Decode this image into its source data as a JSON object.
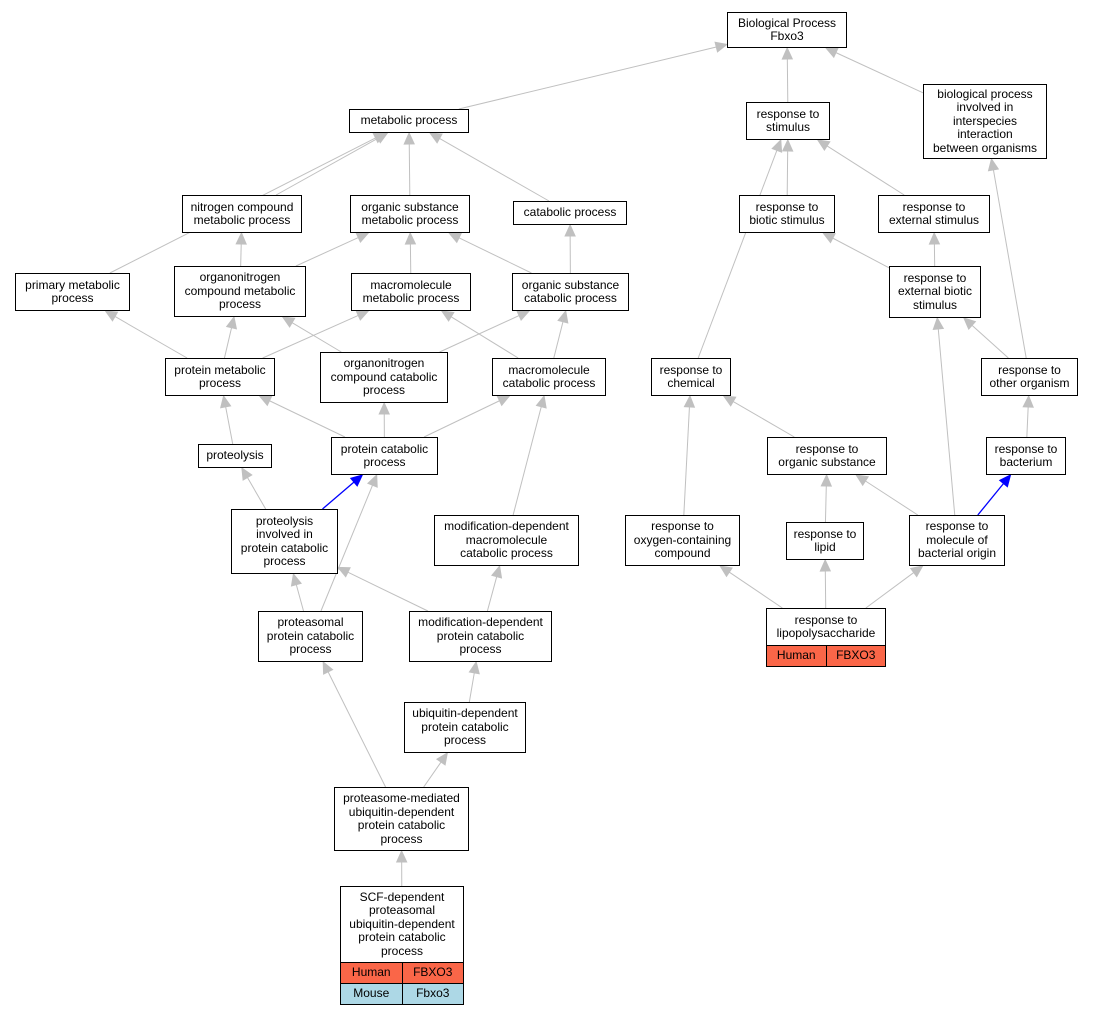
{
  "colors": {
    "edge": "#c0c0c0",
    "highlight_edge": "#0000ff",
    "human": "#fa6648",
    "mouse": "#add8e6"
  },
  "nodes": {
    "bio_process": "Biological Process\nFbxo3",
    "metabolic_process": "metabolic process",
    "response_stimulus": "response to\nstimulus",
    "bio_interspecies": "biological process\ninvolved in\ninterspecies\ninteraction\nbetween organisms",
    "nitrogen_compound": "nitrogen compound\nmetabolic process",
    "organic_substance_metabolic": "organic substance\nmetabolic process",
    "catabolic_process": "catabolic process",
    "response_biotic": "response to\nbiotic stimulus",
    "response_external": "response to\nexternal stimulus",
    "primary_metabolic": "primary metabolic\nprocess",
    "organonitrogen_metabolic": "organonitrogen\ncompound metabolic\nprocess",
    "macromolecule_metabolic": "macromolecule\nmetabolic process",
    "organic_substance_catabolic": "organic substance\ncatabolic process",
    "response_external_biotic": "response to\nexternal biotic\nstimulus",
    "protein_metabolic": "protein metabolic\nprocess",
    "organonitrogen_catabolic": "organonitrogen\ncompound catabolic\nprocess",
    "macromolecule_catabolic": "macromolecule\ncatabolic process",
    "response_chemical": "response to\nchemical",
    "response_other_organism": "response to\nother organism",
    "proteolysis": "proteolysis",
    "protein_catabolic": "protein catabolic\nprocess",
    "response_organic_substance": "response to\norganic substance",
    "response_bacterium": "response to\nbacterium",
    "proteolysis_catabolic": "proteolysis\ninvolved in\nprotein catabolic\nprocess",
    "mod_dep_macromolecule": "modification-dependent\nmacromolecule\ncatabolic process",
    "response_oxygen": "response to\noxygen-containing\ncompound",
    "response_lipid": "response to\nlipid",
    "response_bacterial_molecule": "response to\nmolecule of\nbacterial origin",
    "proteasomal_catabolic": "proteasomal\nprotein catabolic\nprocess",
    "mod_dep_protein": "modification-dependent\nprotein catabolic\nprocess",
    "ubiquitin_dep": "ubiquitin-dependent\nprotein catabolic\nprocess",
    "proteasome_mediated": "proteasome-mediated\nubiquitin-dependent\nprotein catabolic\nprocess"
  },
  "annotated": {
    "lps": {
      "title": "response to\nlipopolysaccharide",
      "rows": [
        {
          "species": "Human",
          "gene": "FBXO3",
          "color": "#fa6648"
        }
      ]
    },
    "scf": {
      "title": "SCF-dependent\nproteasomal\nubiquitin-dependent\nprotein catabolic\nprocess",
      "rows": [
        {
          "species": "Human",
          "gene": "FBXO3",
          "color": "#fa6648"
        },
        {
          "species": "Mouse",
          "gene": "Fbxo3",
          "color": "#add8e6"
        }
      ]
    }
  },
  "edges": [
    {
      "from": "metabolic_process",
      "to": "bio_process"
    },
    {
      "from": "response_stimulus",
      "to": "bio_process"
    },
    {
      "from": "bio_interspecies",
      "to": "bio_process"
    },
    {
      "from": "nitrogen_compound",
      "to": "metabolic_process"
    },
    {
      "from": "organic_substance_metabolic",
      "to": "metabolic_process"
    },
    {
      "from": "catabolic_process",
      "to": "metabolic_process"
    },
    {
      "from": "primary_metabolic",
      "to": "metabolic_process"
    },
    {
      "from": "organonitrogen_metabolic",
      "to": "nitrogen_compound"
    },
    {
      "from": "organonitrogen_metabolic",
      "to": "organic_substance_metabolic"
    },
    {
      "from": "macromolecule_metabolic",
      "to": "organic_substance_metabolic"
    },
    {
      "from": "organic_substance_catabolic",
      "to": "organic_substance_metabolic"
    },
    {
      "from": "organic_substance_catabolic",
      "to": "catabolic_process"
    },
    {
      "from": "protein_metabolic",
      "to": "primary_metabolic"
    },
    {
      "from": "protein_metabolic",
      "to": "organonitrogen_metabolic"
    },
    {
      "from": "protein_metabolic",
      "to": "macromolecule_metabolic"
    },
    {
      "from": "organonitrogen_catabolic",
      "to": "organonitrogen_metabolic"
    },
    {
      "from": "organonitrogen_catabolic",
      "to": "organic_substance_catabolic"
    },
    {
      "from": "macromolecule_catabolic",
      "to": "macromolecule_metabolic"
    },
    {
      "from": "macromolecule_catabolic",
      "to": "organic_substance_catabolic"
    },
    {
      "from": "proteolysis",
      "to": "protein_metabolic"
    },
    {
      "from": "protein_catabolic",
      "to": "protein_metabolic"
    },
    {
      "from": "protein_catabolic",
      "to": "organonitrogen_catabolic"
    },
    {
      "from": "protein_catabolic",
      "to": "macromolecule_catabolic"
    },
    {
      "from": "proteolysis_catabolic",
      "to": "proteolysis"
    },
    {
      "from": "proteolysis_catabolic",
      "to": "protein_catabolic",
      "highlight": true
    },
    {
      "from": "mod_dep_macromolecule",
      "to": "macromolecule_catabolic"
    },
    {
      "from": "proteasomal_catabolic",
      "to": "proteolysis_catabolic"
    },
    {
      "from": "proteasomal_catabolic",
      "to": "protein_catabolic"
    },
    {
      "from": "mod_dep_protein",
      "to": "proteolysis_catabolic"
    },
    {
      "from": "mod_dep_protein",
      "to": "mod_dep_macromolecule"
    },
    {
      "from": "ubiquitin_dep",
      "to": "mod_dep_protein"
    },
    {
      "from": "proteasome_mediated",
      "to": "proteasomal_catabolic"
    },
    {
      "from": "proteasome_mediated",
      "to": "ubiquitin_dep"
    },
    {
      "from": "scf",
      "to": "proteasome_mediated"
    },
    {
      "from": "response_biotic",
      "to": "response_stimulus"
    },
    {
      "from": "response_external",
      "to": "response_stimulus"
    },
    {
      "from": "response_chemical",
      "to": "response_stimulus"
    },
    {
      "from": "response_external_biotic",
      "to": "response_biotic"
    },
    {
      "from": "response_external_biotic",
      "to": "response_external"
    },
    {
      "from": "response_other_organism",
      "to": "response_external_biotic"
    },
    {
      "from": "response_other_organism",
      "to": "bio_interspecies"
    },
    {
      "from": "response_bacterium",
      "to": "response_other_organism"
    },
    {
      "from": "response_organic_substance",
      "to": "response_chemical"
    },
    {
      "from": "response_oxygen",
      "to": "response_chemical"
    },
    {
      "from": "response_lipid",
      "to": "response_organic_substance"
    },
    {
      "from": "response_bacterial_molecule",
      "to": "response_organic_substance"
    },
    {
      "from": "response_bacterial_molecule",
      "to": "response_external_biotic"
    },
    {
      "from": "response_bacterial_molecule",
      "to": "response_bacterium",
      "highlight": true
    },
    {
      "from": "lps",
      "to": "response_oxygen"
    },
    {
      "from": "lps",
      "to": "response_lipid"
    },
    {
      "from": "lps",
      "to": "response_bacterial_molecule"
    }
  ]
}
